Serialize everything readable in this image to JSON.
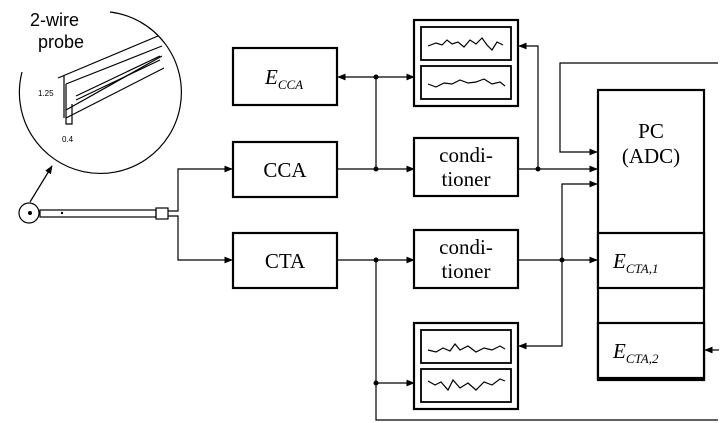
{
  "probe": {
    "title_line1": "2-wire",
    "title_line2": "probe",
    "dim_height": "1.25",
    "dim_width": "0.4"
  },
  "blocks": {
    "e_cca": {
      "main": "E",
      "sub": "CCA"
    },
    "cca": {
      "label": "CCA"
    },
    "cta": {
      "label": "CTA"
    },
    "conditioner_top": {
      "line1": "condi-",
      "line2": "tioner"
    },
    "conditioner_bottom": {
      "line1": "condi-",
      "line2": "tioner"
    },
    "pc": {
      "line1": "PC",
      "line2": "(ADC)"
    },
    "e_cta1": {
      "main": "E",
      "sub": "CTA,1"
    },
    "e_cta2": {
      "main": "E",
      "sub": "CTA,2"
    }
  },
  "icons": {
    "scope_top": "oscilloscope-icon",
    "scope_bottom": "oscilloscope-icon",
    "probe": "hot-wire-probe-icon"
  }
}
